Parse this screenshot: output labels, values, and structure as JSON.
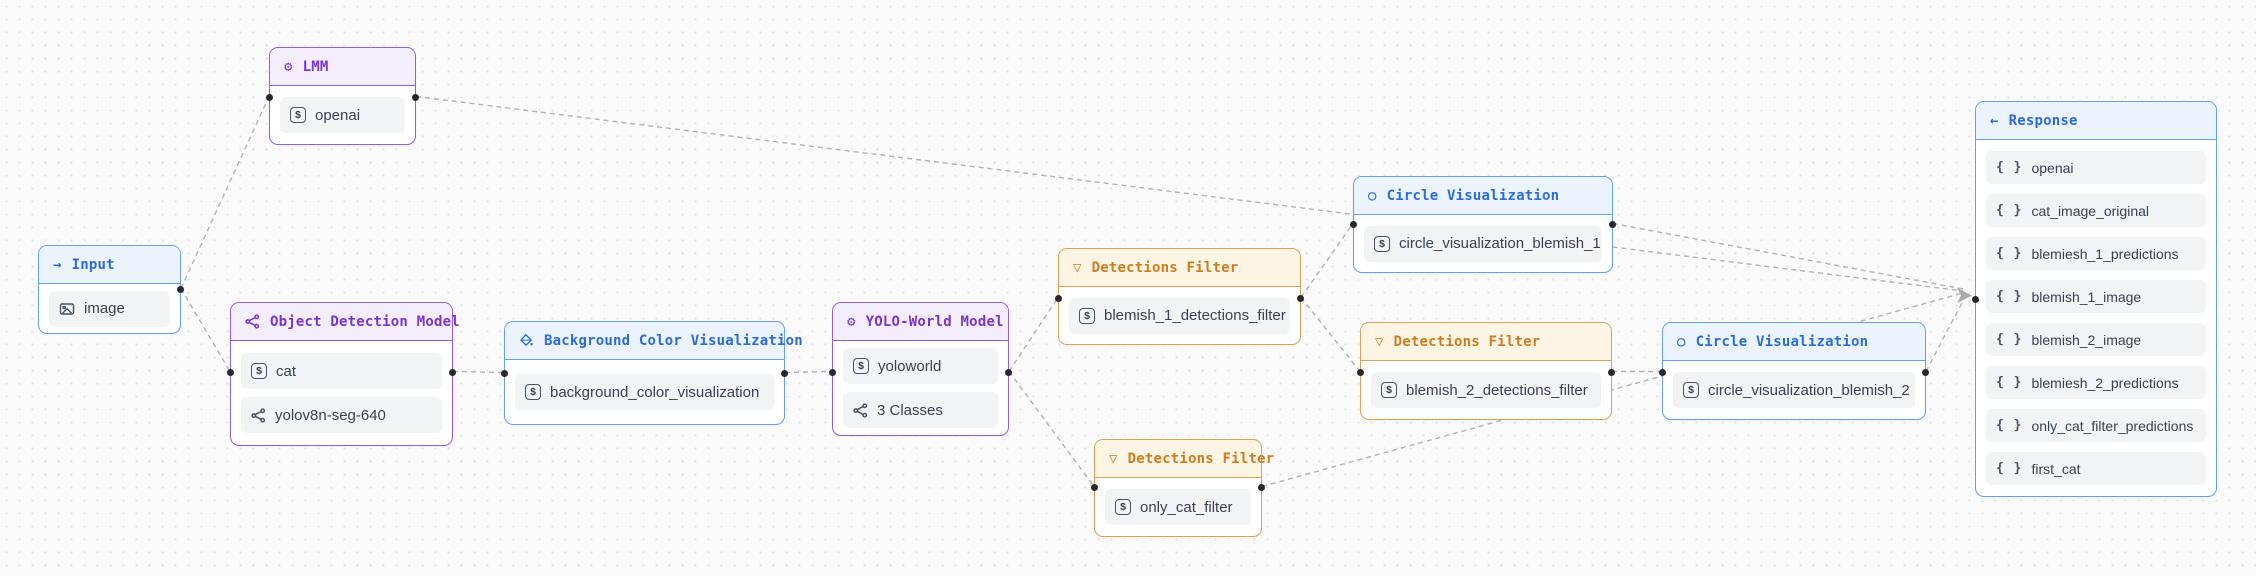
{
  "colors": {
    "model_accent": "#8e5cf0",
    "visualization_accent": "#62a0f0",
    "filter_accent": "#dfa057",
    "edge": "#b2b2b8",
    "row_bg": "#f2f3f5",
    "canvas_bg": "#fafafb"
  },
  "nodes": {
    "input": {
      "title": "Input",
      "icon": "arrow-right-icon",
      "icon_glyph": "→",
      "rows": [
        {
          "icon": "image-icon",
          "label": "image"
        }
      ]
    },
    "lmm": {
      "title": "LMM",
      "icon": "gear-icon",
      "icon_glyph": "⚙",
      "rows": [
        {
          "icon": "string-param-icon",
          "label": "openai"
        }
      ]
    },
    "odm": {
      "title": "Object Detection Model",
      "icon": "network-icon",
      "rows": [
        {
          "icon": "string-param-icon",
          "label": "cat"
        },
        {
          "icon": "network-icon",
          "label": "yolov8n-seg-640"
        }
      ]
    },
    "bcv": {
      "title": "Background Color Visualization",
      "icon": "paint-bucket-icon",
      "rows": [
        {
          "icon": "string-param-icon",
          "label": "background_color_visualization"
        }
      ]
    },
    "yolo": {
      "title": "YOLO-World Model",
      "icon": "gear-icon",
      "icon_glyph": "⚙",
      "rows": [
        {
          "icon": "string-param-icon",
          "label": "yoloworld"
        },
        {
          "icon": "network-icon",
          "label": "3 Classes"
        }
      ]
    },
    "f1": {
      "title": "Detections Filter",
      "icon": "funnel-icon",
      "icon_glyph": "▽",
      "rows": [
        {
          "icon": "string-param-icon",
          "label": "blemish_1_detections_filter"
        }
      ]
    },
    "f2": {
      "title": "Detections Filter",
      "icon": "funnel-icon",
      "icon_glyph": "▽",
      "rows": [
        {
          "icon": "string-param-icon",
          "label": "blemish_2_detections_filter"
        }
      ]
    },
    "oc": {
      "title": "Detections Filter",
      "icon": "funnel-icon",
      "icon_glyph": "▽",
      "rows": [
        {
          "icon": "string-param-icon",
          "label": "only_cat_filter"
        }
      ]
    },
    "cv1": {
      "title": "Circle Visualization",
      "icon": "circle-icon",
      "icon_glyph": "○",
      "rows": [
        {
          "icon": "string-param-icon",
          "label": "circle_visualization_blemish_1"
        }
      ]
    },
    "cv2": {
      "title": "Circle Visualization",
      "icon": "circle-icon",
      "icon_glyph": "○",
      "rows": [
        {
          "icon": "string-param-icon",
          "label": "circle_visualization_blemish_2"
        }
      ]
    },
    "response": {
      "title": "Response",
      "icon": "arrow-left-icon",
      "icon_glyph": "←",
      "rows": [
        {
          "icon": "braces-icon",
          "label": "openai"
        },
        {
          "icon": "braces-icon",
          "label": "cat_image_original"
        },
        {
          "icon": "braces-icon",
          "label": "blemiesh_1_predictions"
        },
        {
          "icon": "braces-icon",
          "label": "blemish_1_image"
        },
        {
          "icon": "braces-icon",
          "label": "blemish_2_image"
        },
        {
          "icon": "braces-icon",
          "label": "blemiesh_2_predictions"
        },
        {
          "icon": "braces-icon",
          "label": "only_cat_filter_predictions"
        },
        {
          "icon": "braces-icon",
          "label": "first_cat"
        }
      ]
    }
  },
  "icon_glyphs": {
    "braces": "{ }",
    "dollar": "$"
  }
}
